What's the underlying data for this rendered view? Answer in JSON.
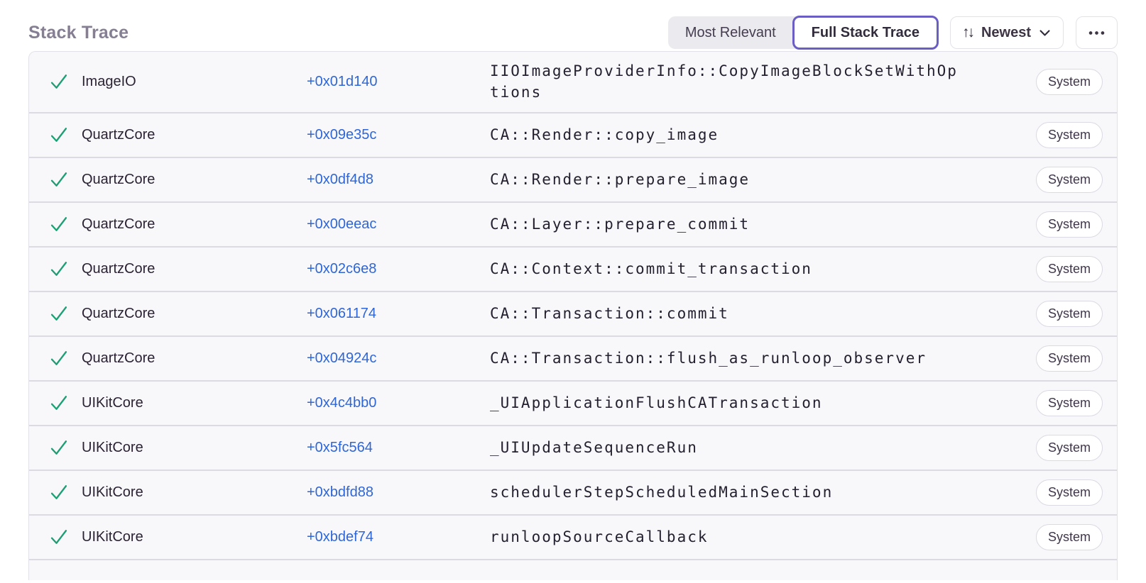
{
  "header": {
    "title": "Stack Trace",
    "toggle": [
      {
        "label": "Most Relevant",
        "active": false
      },
      {
        "label": "Full Stack Trace",
        "active": true
      }
    ],
    "sort": {
      "label": "Newest",
      "icon": "sort-arrows-icon",
      "glyph": "↑↓"
    },
    "more": {
      "icon": "ellipsis-icon"
    }
  },
  "colors": {
    "accent_purple": "#6a5dc4",
    "link_blue": "#2f66d6",
    "check_green": "#1e9e73",
    "row_bg": "#f8f8fa",
    "divider": "#dcdbe4",
    "title_gray": "#867e92"
  },
  "stack_trace": {
    "frames": [
      {
        "module": "ImageIO",
        "offset": "+0x01d140",
        "function": "IIOImageProviderInfo::CopyImageBlockSetWithOptions",
        "tag": "System"
      },
      {
        "module": "QuartzCore",
        "offset": "+0x09e35c",
        "function": "CA::Render::copy_image",
        "tag": "System"
      },
      {
        "module": "QuartzCore",
        "offset": "+0x0df4d8",
        "function": "CA::Render::prepare_image",
        "tag": "System"
      },
      {
        "module": "QuartzCore",
        "offset": "+0x00eeac",
        "function": "CA::Layer::prepare_commit",
        "tag": "System"
      },
      {
        "module": "QuartzCore",
        "offset": "+0x02c6e8",
        "function": "CA::Context::commit_transaction",
        "tag": "System"
      },
      {
        "module": "QuartzCore",
        "offset": "+0x061174",
        "function": "CA::Transaction::commit",
        "tag": "System"
      },
      {
        "module": "QuartzCore",
        "offset": "+0x04924c",
        "function": "CA::Transaction::flush_as_runloop_observer",
        "tag": "System"
      },
      {
        "module": "UIKitCore",
        "offset": "+0x4c4bb0",
        "function": "_UIApplicationFlushCATransaction",
        "tag": "System"
      },
      {
        "module": "UIKitCore",
        "offset": "+0x5fc564",
        "function": "_UIUpdateSequenceRun",
        "tag": "System"
      },
      {
        "module": "UIKitCore",
        "offset": "+0xbdfd88",
        "function": "schedulerStepScheduledMainSection",
        "tag": "System"
      },
      {
        "module": "UIKitCore",
        "offset": "+0xbdef74",
        "function": "runloopSourceCallback",
        "tag": "System"
      }
    ]
  }
}
